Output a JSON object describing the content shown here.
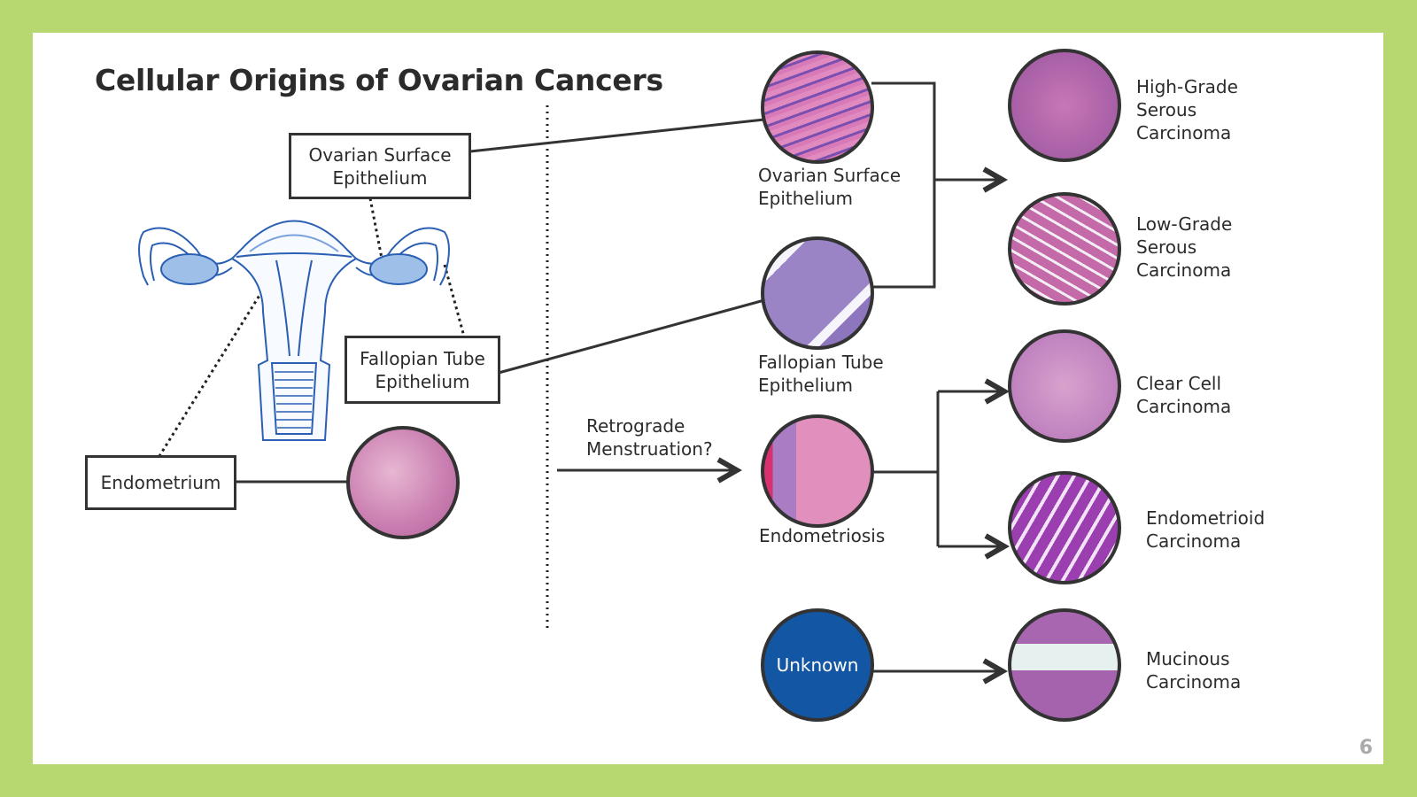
{
  "slide": {
    "title": "Cellular Origins of Ovarian Cancers",
    "page_number": "6",
    "colors": {
      "background_border": "#b7d770",
      "unknown_fill": "#1357a4",
      "anatomy_stroke": "#2b5fb3",
      "anatomy_fill": "#9dbfe8",
      "line": "#333333"
    }
  },
  "anatomy": {
    "image": "uterus-diagram",
    "callouts": {
      "ovarian_surface": [
        "Ovarian Surface",
        "Epithelium"
      ],
      "fallopian_tube": [
        "Fallopian Tube",
        "Epithelium"
      ],
      "endometrium": "Endometrium"
    }
  },
  "origins": [
    {
      "id": "ose",
      "label": [
        "Ovarian Surface",
        "Epithelium"
      ],
      "image": "ovarian-surface-histology"
    },
    {
      "id": "fte",
      "label": [
        "Fallopian Tube",
        "Epithelium"
      ],
      "image": "fallopian-tube-histology"
    },
    {
      "id": "endometriosis",
      "label": [
        "Endometriosis"
      ],
      "image": "endometriosis-histology"
    },
    {
      "id": "unknown",
      "label": [
        "Unknown"
      ]
    }
  ],
  "retrograde_label": [
    "Retrograde",
    "Menstruation?"
  ],
  "cancers": [
    {
      "id": "hgsc",
      "label": [
        "High-Grade",
        "Serous",
        "Carcinoma"
      ],
      "image": "high-grade-serous-histology"
    },
    {
      "id": "lgsc",
      "label": [
        "Low-Grade",
        "Serous",
        "Carcinoma"
      ],
      "image": "low-grade-serous-histology"
    },
    {
      "id": "ccc",
      "label": [
        "Clear Cell",
        "Carcinoma"
      ],
      "image": "clear-cell-histology"
    },
    {
      "id": "endo",
      "label": [
        "Endometrioid",
        "Carcinoma"
      ],
      "image": "endometrioid-histology"
    },
    {
      "id": "muc",
      "label": [
        "Mucinous",
        "Carcinoma"
      ],
      "image": "mucinous-histology"
    }
  ]
}
